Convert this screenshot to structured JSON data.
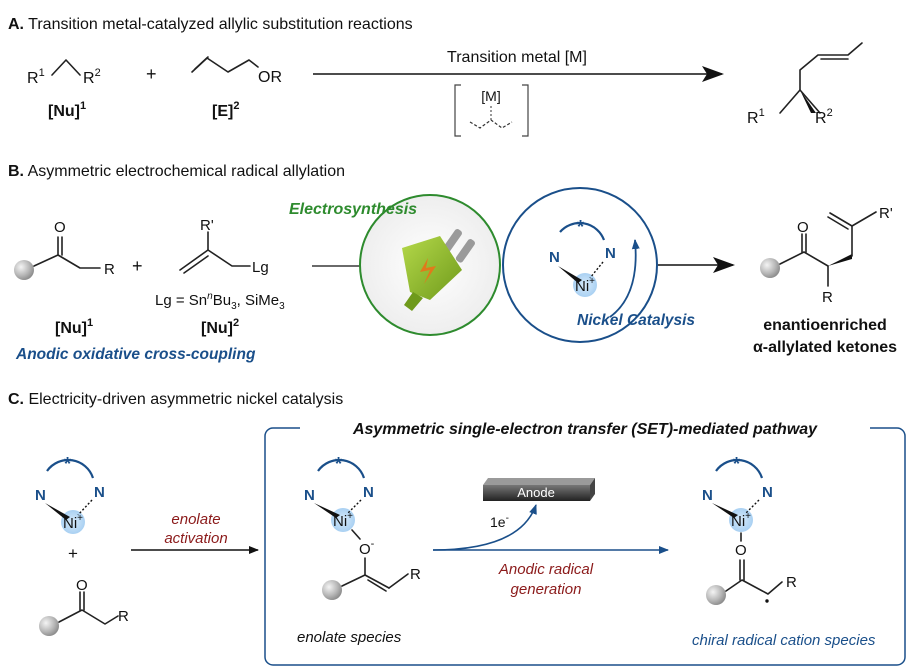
{
  "sectionA": {
    "title_letter": "A.",
    "title": "Transition metal-catalyzed allylic substitution reactions",
    "nu_r1": "R",
    "nu_r1_sup": "1",
    "nu_r2": "R",
    "nu_r2_sup": "2",
    "plus": "+",
    "allyl_or": "OR",
    "nu_label": "[Nu]",
    "nu_label_sup": "1",
    "e_label": "[E]",
    "e_label_sup": "2",
    "arrow_label": "Transition metal [M]",
    "metal_label": "[M]",
    "product_r1": "R",
    "product_r1_sup": "1",
    "product_r2": "R",
    "product_r2_sup": "2"
  },
  "sectionB": {
    "title_letter": "B.",
    "title": "Asymmetric electrochemical radical allylation",
    "ketone_o": "O",
    "ketone_r": "R",
    "plus": "+",
    "allyl_rprime": "R'",
    "allyl_lg": "Lg",
    "lg_definition_pre": "Lg = Sn",
    "lg_definition_n": "n",
    "lg_definition_mid": "Bu",
    "lg_definition_sub3a": "3",
    "lg_definition_post": ", SiMe",
    "lg_definition_sub3b": "3",
    "nu1_label": "[Nu]",
    "nu1_sup": "1",
    "nu2_label": "[Nu]",
    "nu2_sup": "2",
    "anodic_label": "Anodic oxidative cross-coupling",
    "electrosynthesis_label": "Electrosynthesis",
    "nickel_catalysis_label": "Nickel Catalysis",
    "ni_label": "Ni",
    "ni_charge": "+",
    "ligand_n": "N",
    "ligand_star": "*",
    "product_o": "O",
    "product_r": "R",
    "product_rprime": "R'",
    "product_label_1": "enantioenriched",
    "product_label_2": "α-allylated ketones",
    "colors": {
      "green": "#2e8b2e",
      "blue": "#1a4f8a"
    }
  },
  "sectionC": {
    "title_letter": "C.",
    "title": "Electricity-driven asymmetric nickel catalysis",
    "box_title": "Asymmetric single-electron transfer (SET)-mediated pathway",
    "plus": "+",
    "ketone_o": "O",
    "ketone_r": "R",
    "enolate_activation_1": "enolate",
    "enolate_activation_2": "activation",
    "enolate_o": "O",
    "enolate_o_charge": "-",
    "enolate_r": "R",
    "enolate_species_label": "enolate species",
    "anode_label": "Anode",
    "electron_label": "1e",
    "electron_charge": "-",
    "anodic_radical_1": "Anodic radical",
    "anodic_radical_2": "generation",
    "radical_o": "O",
    "radical_r": "R",
    "radical_species_label": "chiral radical cation species",
    "colors": {
      "darkred": "#8b1a1a",
      "blue": "#1a4f8a"
    }
  }
}
